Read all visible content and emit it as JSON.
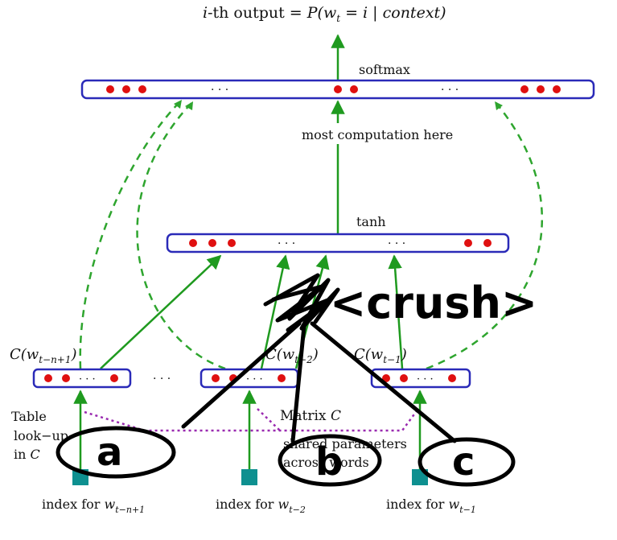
{
  "title": {
    "prefix": "i",
    "main": "-th output = ",
    "formula": "P(w",
    "sub": "t",
    "tail": " = i | context)"
  },
  "layers": {
    "softmax": {
      "label": "softmax",
      "dots": "· · ·"
    },
    "tanh": {
      "label": "tanh",
      "dots": "· · ·"
    }
  },
  "annotations": {
    "computation": "most  computation here",
    "between_dots": "· · ·",
    "matrix_prefix": "Matrix ",
    "matrix_name": "C",
    "shared_line1": "shared parameters",
    "shared_line2": "across words",
    "table_line1": "Table",
    "table_line2": "look−up",
    "table_line3_prefix": "in ",
    "table_line3_name": "C"
  },
  "embeddings": [
    {
      "label": "C(w",
      "sub": "t−n+1",
      "close": ")",
      "dots": "· · ·"
    },
    {
      "label": "C(w",
      "sub": "t−2",
      "close": ")",
      "dots": "· · ·"
    },
    {
      "label": "C(w",
      "sub": "t−1",
      "close": ")",
      "dots": "· · ·"
    }
  ],
  "indices": [
    {
      "text": "index for ",
      "w": "w",
      "sub": "t−n+1"
    },
    {
      "text": "index for ",
      "w": "w",
      "sub": "t−2"
    },
    {
      "text": "index for ",
      "w": "w",
      "sub": "t−1"
    }
  ],
  "handwriting": {
    "crush": "<crush>",
    "circle_a": "a",
    "circle_b": "b",
    "circle_c": "c"
  },
  "colors": {
    "box_stroke": "#2a2ab8",
    "dot": "#e01010",
    "arrow": "#1f9a1f",
    "dashed": "#2ea52e",
    "dotted": "#9a2ab0",
    "index_square": "#0e9090",
    "ink": "#000000"
  }
}
